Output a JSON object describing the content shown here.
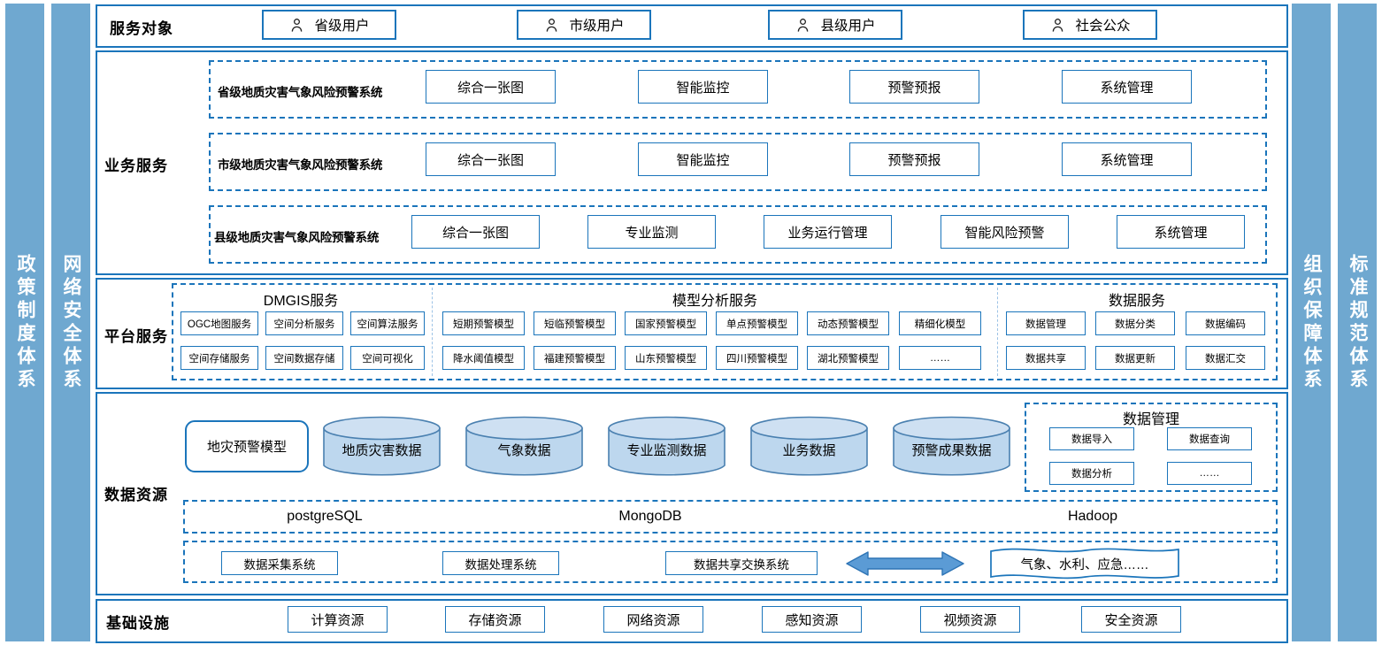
{
  "side_bars": {
    "left": [
      {
        "name": "policy-system",
        "label": "政策制度体系"
      },
      {
        "name": "network-security-system",
        "label": "网络安全体系"
      }
    ],
    "right": [
      {
        "name": "organization-guarantee-system",
        "label": "组织保障体系"
      },
      {
        "name": "standard-specification-system",
        "label": "标准规范体系"
      }
    ]
  },
  "colors": {
    "bar_fill": "#6FA8D0",
    "border_blue": "#1B75BB",
    "cylinder_fill": "#BDD7EE",
    "arrow_fill": "#5B9BD5",
    "divider_light": "#9DC3E6"
  },
  "service_objects": {
    "title": "服务对象",
    "items": [
      {
        "label": "省级用户",
        "icon": "person-icon"
      },
      {
        "label": "市级用户",
        "icon": "person-icon"
      },
      {
        "label": "县级用户",
        "icon": "person-icon"
      },
      {
        "label": "社会公众",
        "icon": "person-icon"
      }
    ]
  },
  "business_services": {
    "title": "业务服务",
    "rows": [
      {
        "system": "省级地质灾害气象风险预警系统",
        "modules": [
          "综合一张图",
          "智能监控",
          "预警预报",
          "系统管理"
        ]
      },
      {
        "system": "市级地质灾害气象风险预警系统",
        "modules": [
          "综合一张图",
          "智能监控",
          "预警预报",
          "系统管理"
        ]
      },
      {
        "system": "县级地质灾害气象风险预警系统",
        "modules": [
          "综合一张图",
          "专业监测",
          "业务运行管理",
          "智能风险预警",
          "系统管理"
        ]
      }
    ]
  },
  "platform_services": {
    "title": "平台服务",
    "groups": [
      {
        "name": "dmgis-service",
        "title": "DMGIS服务",
        "row1": [
          "OGC地图服务",
          "空间分析服务",
          "空间算法服务"
        ],
        "row2": [
          "空间存储服务",
          "空间数据存储",
          "空间可视化"
        ]
      },
      {
        "name": "model-analysis-service",
        "title": "模型分析服务",
        "row1": [
          "短期预警模型",
          "短临预警模型",
          "国家预警模型",
          "单点预警模型",
          "动态预警模型",
          "精细化模型"
        ],
        "row2": [
          "降水阈值模型",
          "福建预警模型",
          "山东预警模型",
          "四川预警模型",
          "湖北预警模型",
          "……"
        ]
      },
      {
        "name": "data-service",
        "title": "数据服务",
        "row1": [
          "数据管理",
          "数据分类",
          "数据编码"
        ],
        "row2": [
          "数据共享",
          "数据更新",
          "数据汇交"
        ]
      }
    ]
  },
  "data_resources": {
    "title": "数据资源",
    "model_box": "地灾预警模型",
    "cylinders": [
      "地质灾害数据",
      "气象数据",
      "专业监测数据",
      "业务数据",
      "预警成果数据"
    ],
    "data_management": {
      "title": "数据管理",
      "items": [
        "数据导入",
        "数据查询",
        "数据分析",
        "……"
      ]
    },
    "databases": [
      "postgreSQL",
      "MongoDB",
      "Hadoop"
    ],
    "systems": [
      "数据采集系统",
      "数据处理系统",
      "数据共享交换系统"
    ],
    "exchange_arrow": "double-arrow-icon",
    "external": "气象、水利、应急……"
  },
  "infrastructure": {
    "title": "基础设施",
    "items": [
      "计算资源",
      "存储资源",
      "网络资源",
      "感知资源",
      "视频资源",
      "安全资源"
    ]
  }
}
